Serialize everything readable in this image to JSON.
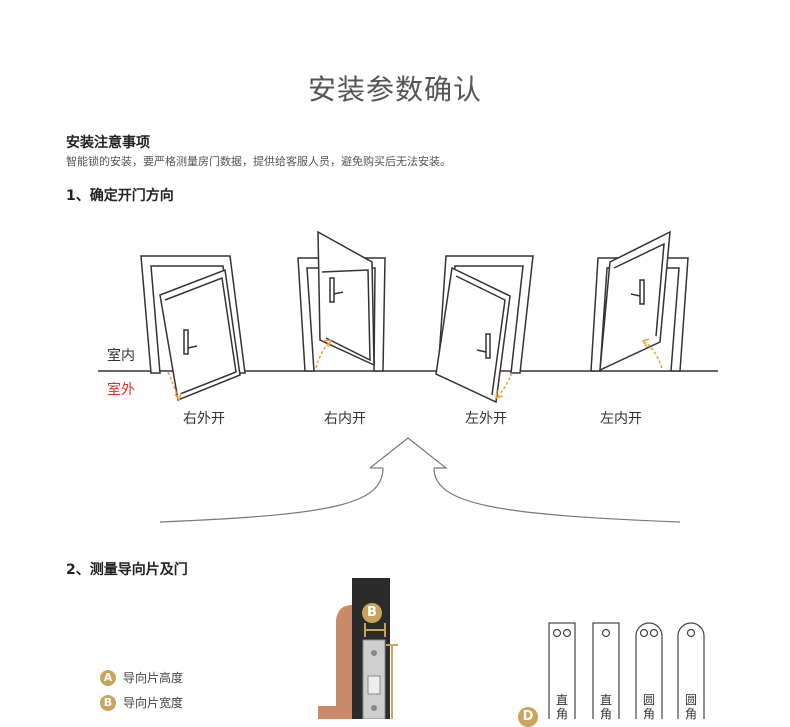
{
  "page_title": "安装参数确认",
  "notes_heading": "安装注意事项",
  "notes_text": "智能锁的安装，要严格测量房门数据，提供给客服人员，避免购买后无法安装。",
  "step1_heading": "1、确定开门方向",
  "side_indoor": "室内",
  "side_outdoor": "室外",
  "doors": [
    {
      "label": "右外开"
    },
    {
      "label": "右内开"
    },
    {
      "label": "左外开"
    },
    {
      "label": "左内开"
    }
  ],
  "step2_heading": "2、测量导向片及门",
  "legend": [
    {
      "badge": "A",
      "text": "导向片高度"
    },
    {
      "badge": "B",
      "text": "导向片宽度"
    }
  ],
  "badge_b": "B",
  "badge_d": "D",
  "plates": [
    {
      "line1": "直",
      "line2": "角"
    },
    {
      "line1": "直",
      "line2": "角"
    },
    {
      "line1": "圆",
      "line2": "角"
    },
    {
      "line1": "圆",
      "line2": "角"
    }
  ],
  "colors": {
    "accent_red": "#e0301e",
    "badge_gold": "#c9a45c",
    "arrow_orange": "#f0a040",
    "door_frame": "#333333",
    "lock_body": "#2b2b2b",
    "copper": "#c98a6a"
  }
}
